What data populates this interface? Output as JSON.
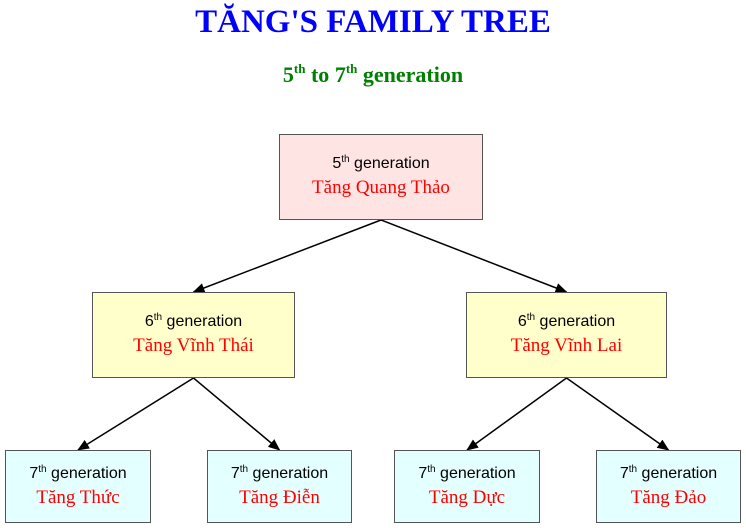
{
  "title": "TĂNG'S FAMILY TREE",
  "subtitle": {
    "from_num": "5",
    "from_sup": "th",
    "middle": " to ",
    "to_num": "7",
    "to_sup": "th",
    "suffix": " generation"
  },
  "nodes": [
    {
      "id": "n5",
      "gen_num": "5",
      "gen_sup": "th",
      "gen_word": " generation",
      "name": "Tăng Quang Thảo"
    },
    {
      "id": "n6a",
      "gen_num": "6",
      "gen_sup": "th",
      "gen_word": " generation",
      "name": "Tăng Vĩnh Thái"
    },
    {
      "id": "n6b",
      "gen_num": "6",
      "gen_sup": "th",
      "gen_word": " generation",
      "name": "Tăng Vĩnh Lai"
    },
    {
      "id": "n7a",
      "gen_num": "7",
      "gen_sup": "th",
      "gen_word": " generation",
      "name": "Tăng Thức"
    },
    {
      "id": "n7b",
      "gen_num": "7",
      "gen_sup": "th",
      "gen_word": " generation",
      "name": "Tăng Điễn"
    },
    {
      "id": "n7c",
      "gen_num": "7",
      "gen_sup": "th",
      "gen_word": " generation",
      "name": "Tăng Dực"
    },
    {
      "id": "n7d",
      "gen_num": "7",
      "gen_sup": "th",
      "gen_word": " generation",
      "name": "Tăng Đảo"
    }
  ],
  "edges": [
    {
      "from": "n5",
      "to": "n6a"
    },
    {
      "from": "n5",
      "to": "n6b"
    },
    {
      "from": "n6a",
      "to": "n7a"
    },
    {
      "from": "n6a",
      "to": "n7b"
    },
    {
      "from": "n6b",
      "to": "n7c"
    },
    {
      "from": "n6b",
      "to": "n7d"
    }
  ],
  "colors": {
    "title": "#0000ff",
    "subtitle": "#008000",
    "name_text": "#ff0000",
    "gen5_fill": "#ffe4e4",
    "gen6_fill": "#ffffcc",
    "gen7_fill": "#e4ffff"
  }
}
